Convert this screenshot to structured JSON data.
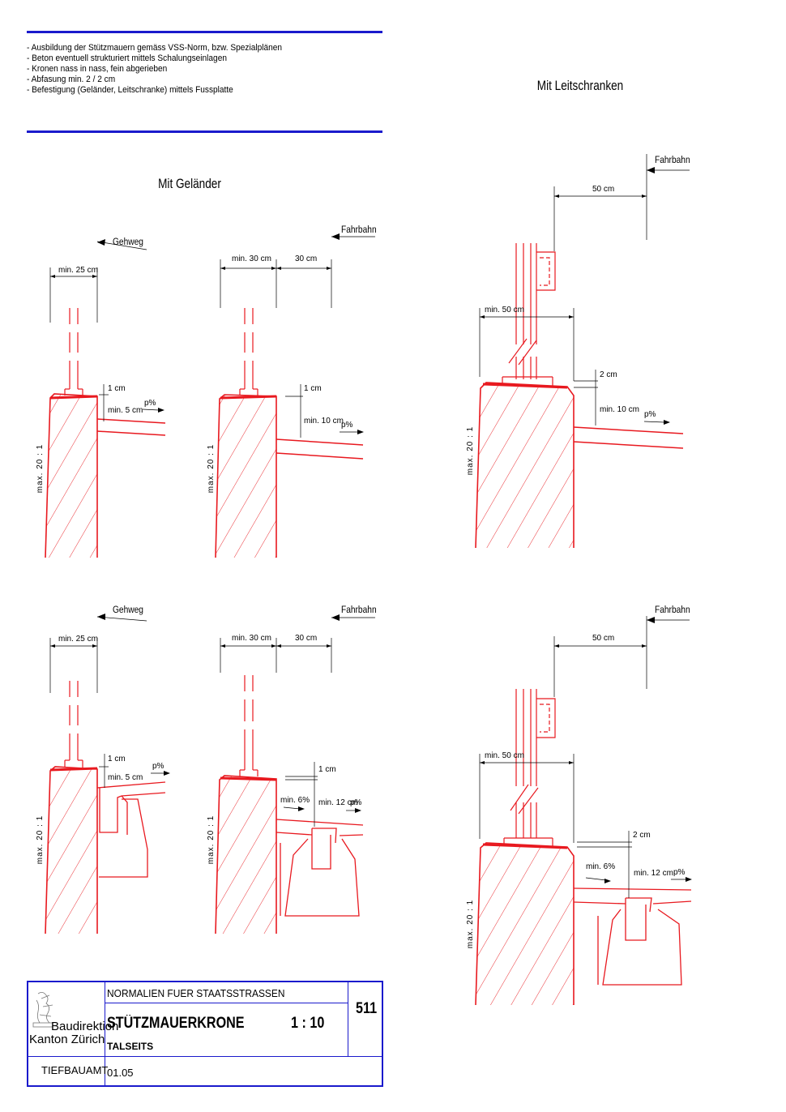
{
  "notes": [
    "- Ausbildung der Stützmauern gemäss VSS-Norm, bzw. Spezialplänen",
    "- Beton eventuell strukturiert mittels Schalungseinlagen",
    "- Kronen nass in nass, fein abgerieben",
    "- Abfasung min. 2 / 2 cm",
    "- Befestigung (Geländer, Leitschranke) mittels Fussplatte"
  ],
  "headings": {
    "gelaender": "Mit Geländer",
    "leitschranken": "Mit Leitschranken"
  },
  "labels": {
    "gehweg": "Gehweg",
    "fahrbahn": "Fahrbahn",
    "min25": "min. 25 cm",
    "min30": "min. 30 cm",
    "cm30": "30 cm",
    "cm50": "50 cm",
    "min50": "min. 50 cm",
    "cm1": "1 cm",
    "cm2": "2 cm",
    "min5": "min. 5 cm",
    "min10": "min. 10 cm",
    "min12": "min. 12 cm",
    "min6pct": "min. 6%",
    "ppct": "p%",
    "batter": "max. 20 : 1"
  },
  "titleblock": {
    "org_line1": "Baudirektion",
    "org_line2": "Kanton Zürich",
    "dept": "TIEFBAUAMT",
    "series": "NORMALIEN FUER STAATSSTRASSEN",
    "title": "STÜTZMAUERKRONE",
    "scale": "1 : 10",
    "subtitle": "TALSEITS",
    "date": "01.05",
    "number": "511"
  },
  "colors": {
    "line_blue": "#1a1acc",
    "drawing_red": "#e8191f"
  }
}
